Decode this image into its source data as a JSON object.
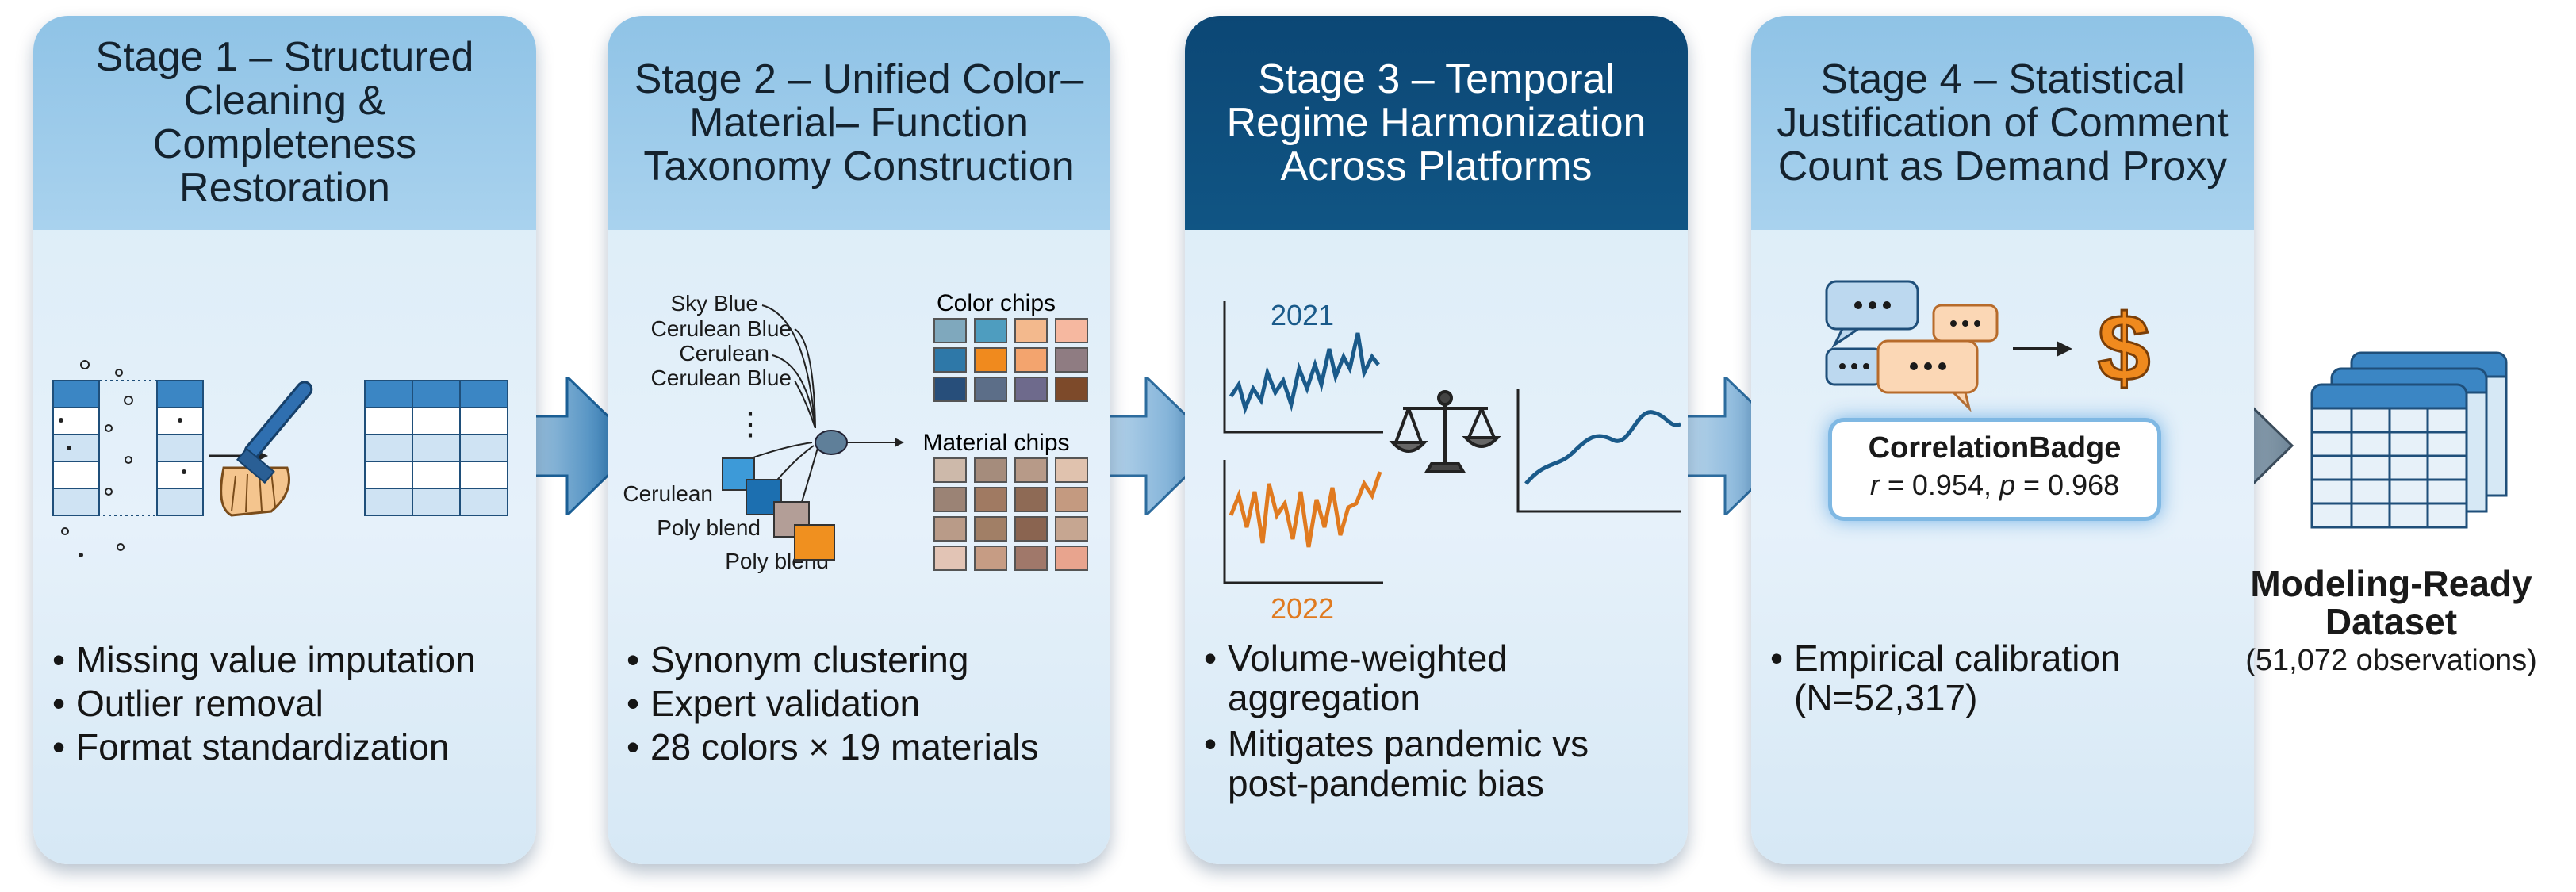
{
  "stages": [
    {
      "title": "Stage 1 – Structured Cleaning & Completeness Restoration",
      "bullets": [
        "Missing value imputation",
        "Outlier removal",
        "Format standardization"
      ]
    },
    {
      "title": "Stage 2 – Unified Color–Material– Function Taxonomy Construction",
      "bullets": [
        "Synonym clustering",
        "Expert validation",
        "28 colors × 19 materials"
      ],
      "synonyms": [
        "Sky Blue",
        "Cerulean Blue",
        "Cerulean",
        "Cerulean Blue"
      ],
      "ellipsis": "⋮",
      "cluster_labels": [
        "Cerulean",
        "Poly blend",
        "Poly blend"
      ],
      "color_chips_label": "Color chips",
      "material_chips_label": "Material chips"
    },
    {
      "title": "Stage 3 – Temporal Regime Harmonization Across Platforms",
      "bullets": [
        "Volume-weighted aggregation",
        "Mitigates pandemic vs post-pandemic bias"
      ],
      "year_a": "2021",
      "year_b": "2022"
    },
    {
      "title": "Stage 4 – Statistical Justification of Comment Count as Demand Proxy",
      "bullets": [
        "Empirical calibration (N=52,317)"
      ],
      "dollar": "$",
      "badge_title": "CorrelationBadge",
      "badge_r_sym": "r",
      "badge_r_val": " = 0.954, ",
      "badge_p_sym": "p",
      "badge_p_val": " = 0.968"
    }
  ],
  "output": {
    "title": "Modeling-Ready Dataset",
    "subtitle": "(51,072 observations)"
  },
  "colors": {
    "stage_header": "#a9d2ee",
    "stage_header_dark": "#0c4775",
    "card_body": "#e2eef8",
    "line_2021": "#1a5a8a",
    "line_2022": "#e07a1f",
    "accent_orange": "#f08a1e"
  },
  "icons": [
    "broom-icon",
    "balance-scale-icon",
    "speech-bubbles-icon",
    "dollar-icon",
    "dataset-stack-icon"
  ]
}
